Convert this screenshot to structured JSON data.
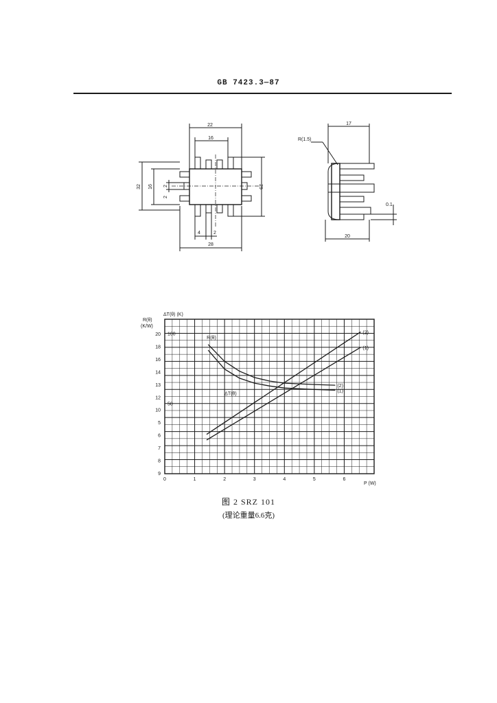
{
  "header": {
    "standard_code": "GB 7423.3—87"
  },
  "drawing_front": {
    "dims": [
      "22",
      "16",
      "32",
      "16",
      "2",
      "2",
      "29",
      "4",
      "2",
      "28"
    ]
  },
  "drawing_side": {
    "dims": [
      "17",
      "20"
    ],
    "radius_label": "R(1.5)",
    "thickness_label": "0.1"
  },
  "chart_data": {
    "type": "line",
    "xlabel": "P (W)",
    "y_left_outer_label": "R(θ)",
    "y_left_outer_unit": "(K/W)",
    "y_left_inner_label": "ΔT(θ) (K)",
    "x_ticks": [
      "0",
      "1",
      "2",
      "3",
      "4",
      "5",
      "6"
    ],
    "y_left_ticks": [
      "9",
      "8",
      "7",
      "6",
      "5",
      "10",
      "12",
      "13",
      "14",
      "16",
      "18",
      "20"
    ],
    "y_inner_ticks": [
      "100",
      "50"
    ],
    "xlim": [
      0,
      7
    ],
    "ylim": [
      0,
      110
    ],
    "series": [
      {
        "name": "(2)",
        "label_curve": "R(θ)",
        "kind": "resistance",
        "x": [
          1.45,
          2.0,
          2.5,
          3.0,
          3.5,
          4.0,
          4.5,
          5.0,
          5.7
        ],
        "y": [
          92,
          80,
          73,
          68.5,
          66,
          64.5,
          64,
          63.5,
          63
        ]
      },
      {
        "name": "(1)",
        "kind": "resistance",
        "x": [
          1.45,
          2.0,
          2.5,
          3.0,
          3.5,
          4.0,
          4.5,
          5.0,
          5.7
        ],
        "y": [
          88,
          74.5,
          68,
          64.5,
          62.5,
          61,
          60.5,
          60,
          59.5
        ]
      },
      {
        "name": "(2)",
        "label_curve": "ΔT(θ)",
        "kind": "temperature",
        "x": [
          1.4,
          6.55
        ],
        "y": [
          28,
          101
        ]
      },
      {
        "name": "(1)",
        "kind": "temperature",
        "x": [
          1.4,
          6.55
        ],
        "y": [
          24,
          90
        ]
      }
    ]
  },
  "caption": {
    "line1": "图 2   SRZ 101",
    "line2": "(理论重量6.6克)"
  }
}
